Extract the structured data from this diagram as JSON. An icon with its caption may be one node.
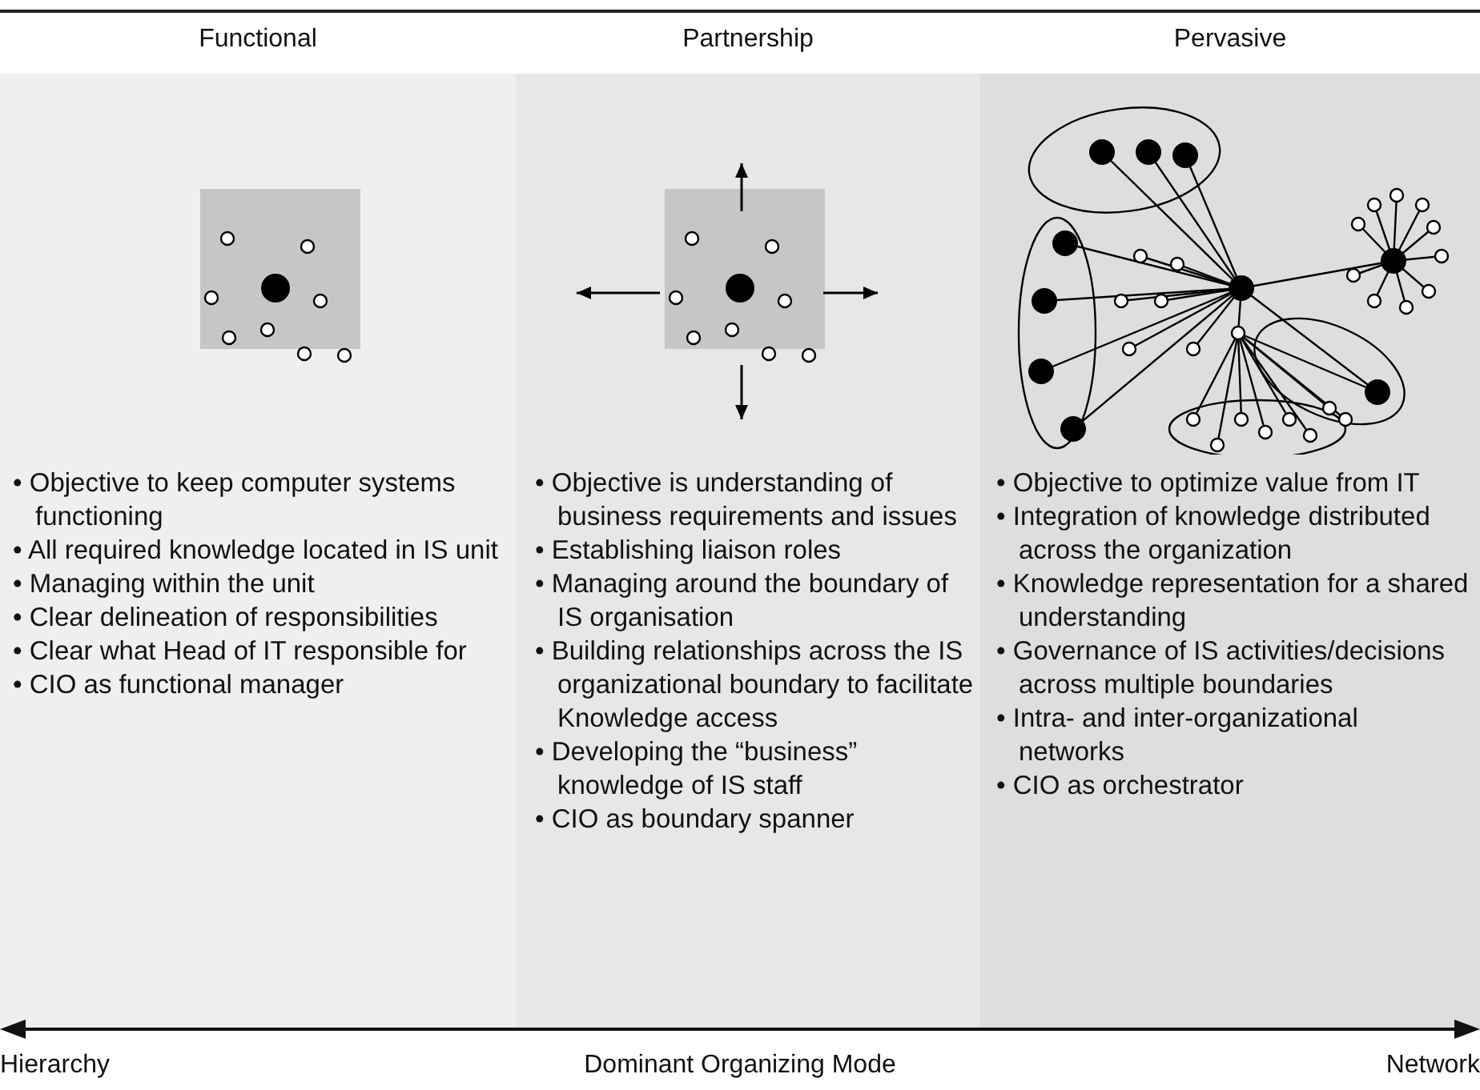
{
  "diagram": {
    "labels": [
      "Functional",
      "Partnership",
      "Pervasive",
      "• Objective to keep computer systems functioning",
      "• All required knowledge located in IS unit",
      "• Managing within the unit",
      "• Clear delineation of responsibilities",
      "• Clear what Head of IT responsible for",
      "• CIO as functional manager",
      "• Objective is understanding of business requirements and issues",
      "• Establishing liaison roles",
      "• Managing around the boundary of IS organisation",
      "• Building relationships across the IS organizational boundary to facilitate Knowledge access",
      "• Developing the “business” knowledge of IS staff",
      "• CIO as boundary spanner",
      "• Objective to optimize value from IT",
      "• Integration of knowledge distributed across the organization",
      "• Knowledge representation for a shared understanding",
      "• Governance of IS activities/decisions across multiple boundaries",
      "• Intra- and inter-organizational networks",
      "• CIO as orchestrator",
      "Hierarchy",
      "Dominant Organizing Mode",
      "Network"
    ]
  }
}
